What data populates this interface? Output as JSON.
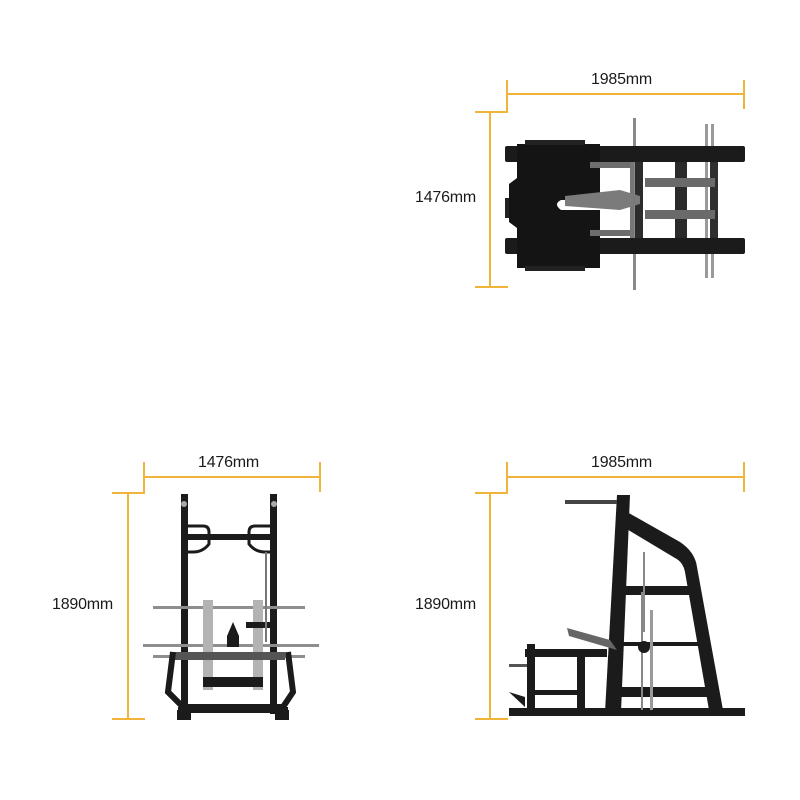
{
  "colors": {
    "dimension_line": "#f0b43a",
    "frame": "#1b1b1b",
    "metal": "#9a9a9a",
    "text": "#1a1a1a"
  },
  "views": {
    "top": {
      "name": "top-view",
      "width_label": "1985mm",
      "depth_label": "1476mm"
    },
    "front": {
      "name": "front-view",
      "width_label": "1476mm",
      "height_label": "1890mm"
    },
    "side": {
      "name": "side-view",
      "length_label": "1985mm",
      "height_label": "1890mm"
    }
  }
}
